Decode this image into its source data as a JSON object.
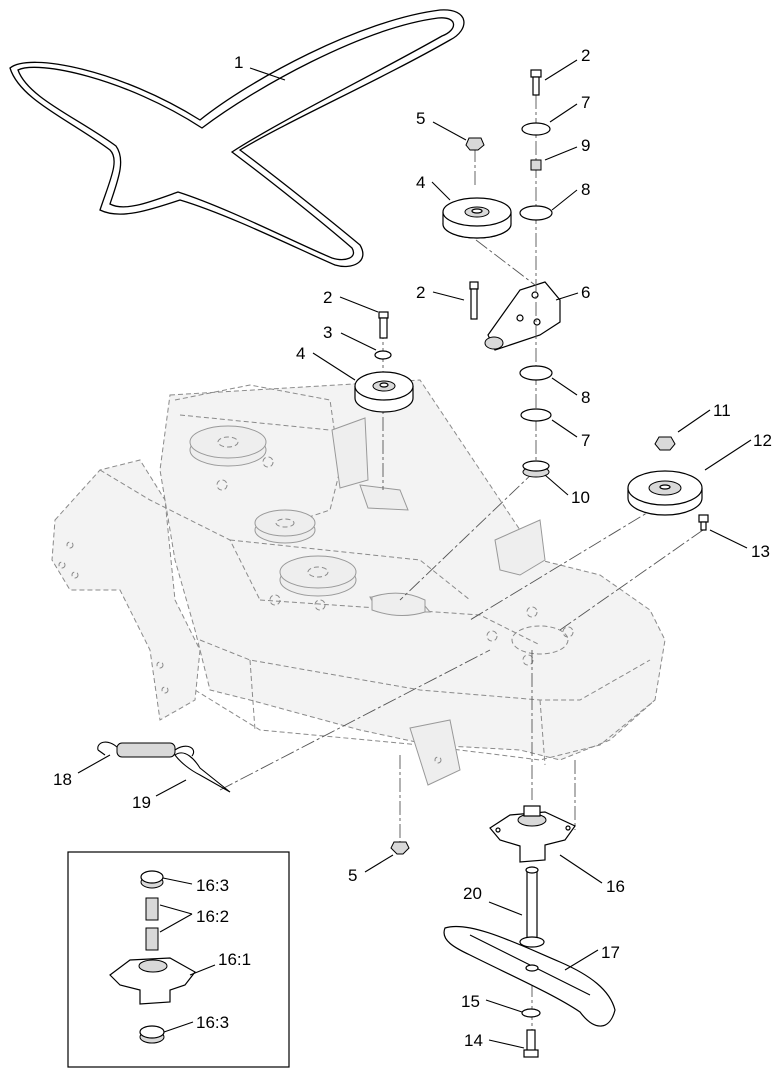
{
  "callouts": {
    "c1": "1",
    "c2a": "2",
    "c2b": "2",
    "c2c": "2",
    "c3": "3",
    "c4a": "4",
    "c4b": "4",
    "c5a": "5",
    "c5b": "5",
    "c6": "6",
    "c7a": "7",
    "c7b": "7",
    "c8a": "8",
    "c8b": "8",
    "c9": "9",
    "c10": "10",
    "c11": "11",
    "c12": "12",
    "c13": "13",
    "c14": "14",
    "c15": "15",
    "c16": "16",
    "c17": "17",
    "c18": "18",
    "c19": "19",
    "c20": "20",
    "i163a": "16:3",
    "i162": "16:2",
    "i161": "16:1",
    "i163b": "16:3"
  }
}
